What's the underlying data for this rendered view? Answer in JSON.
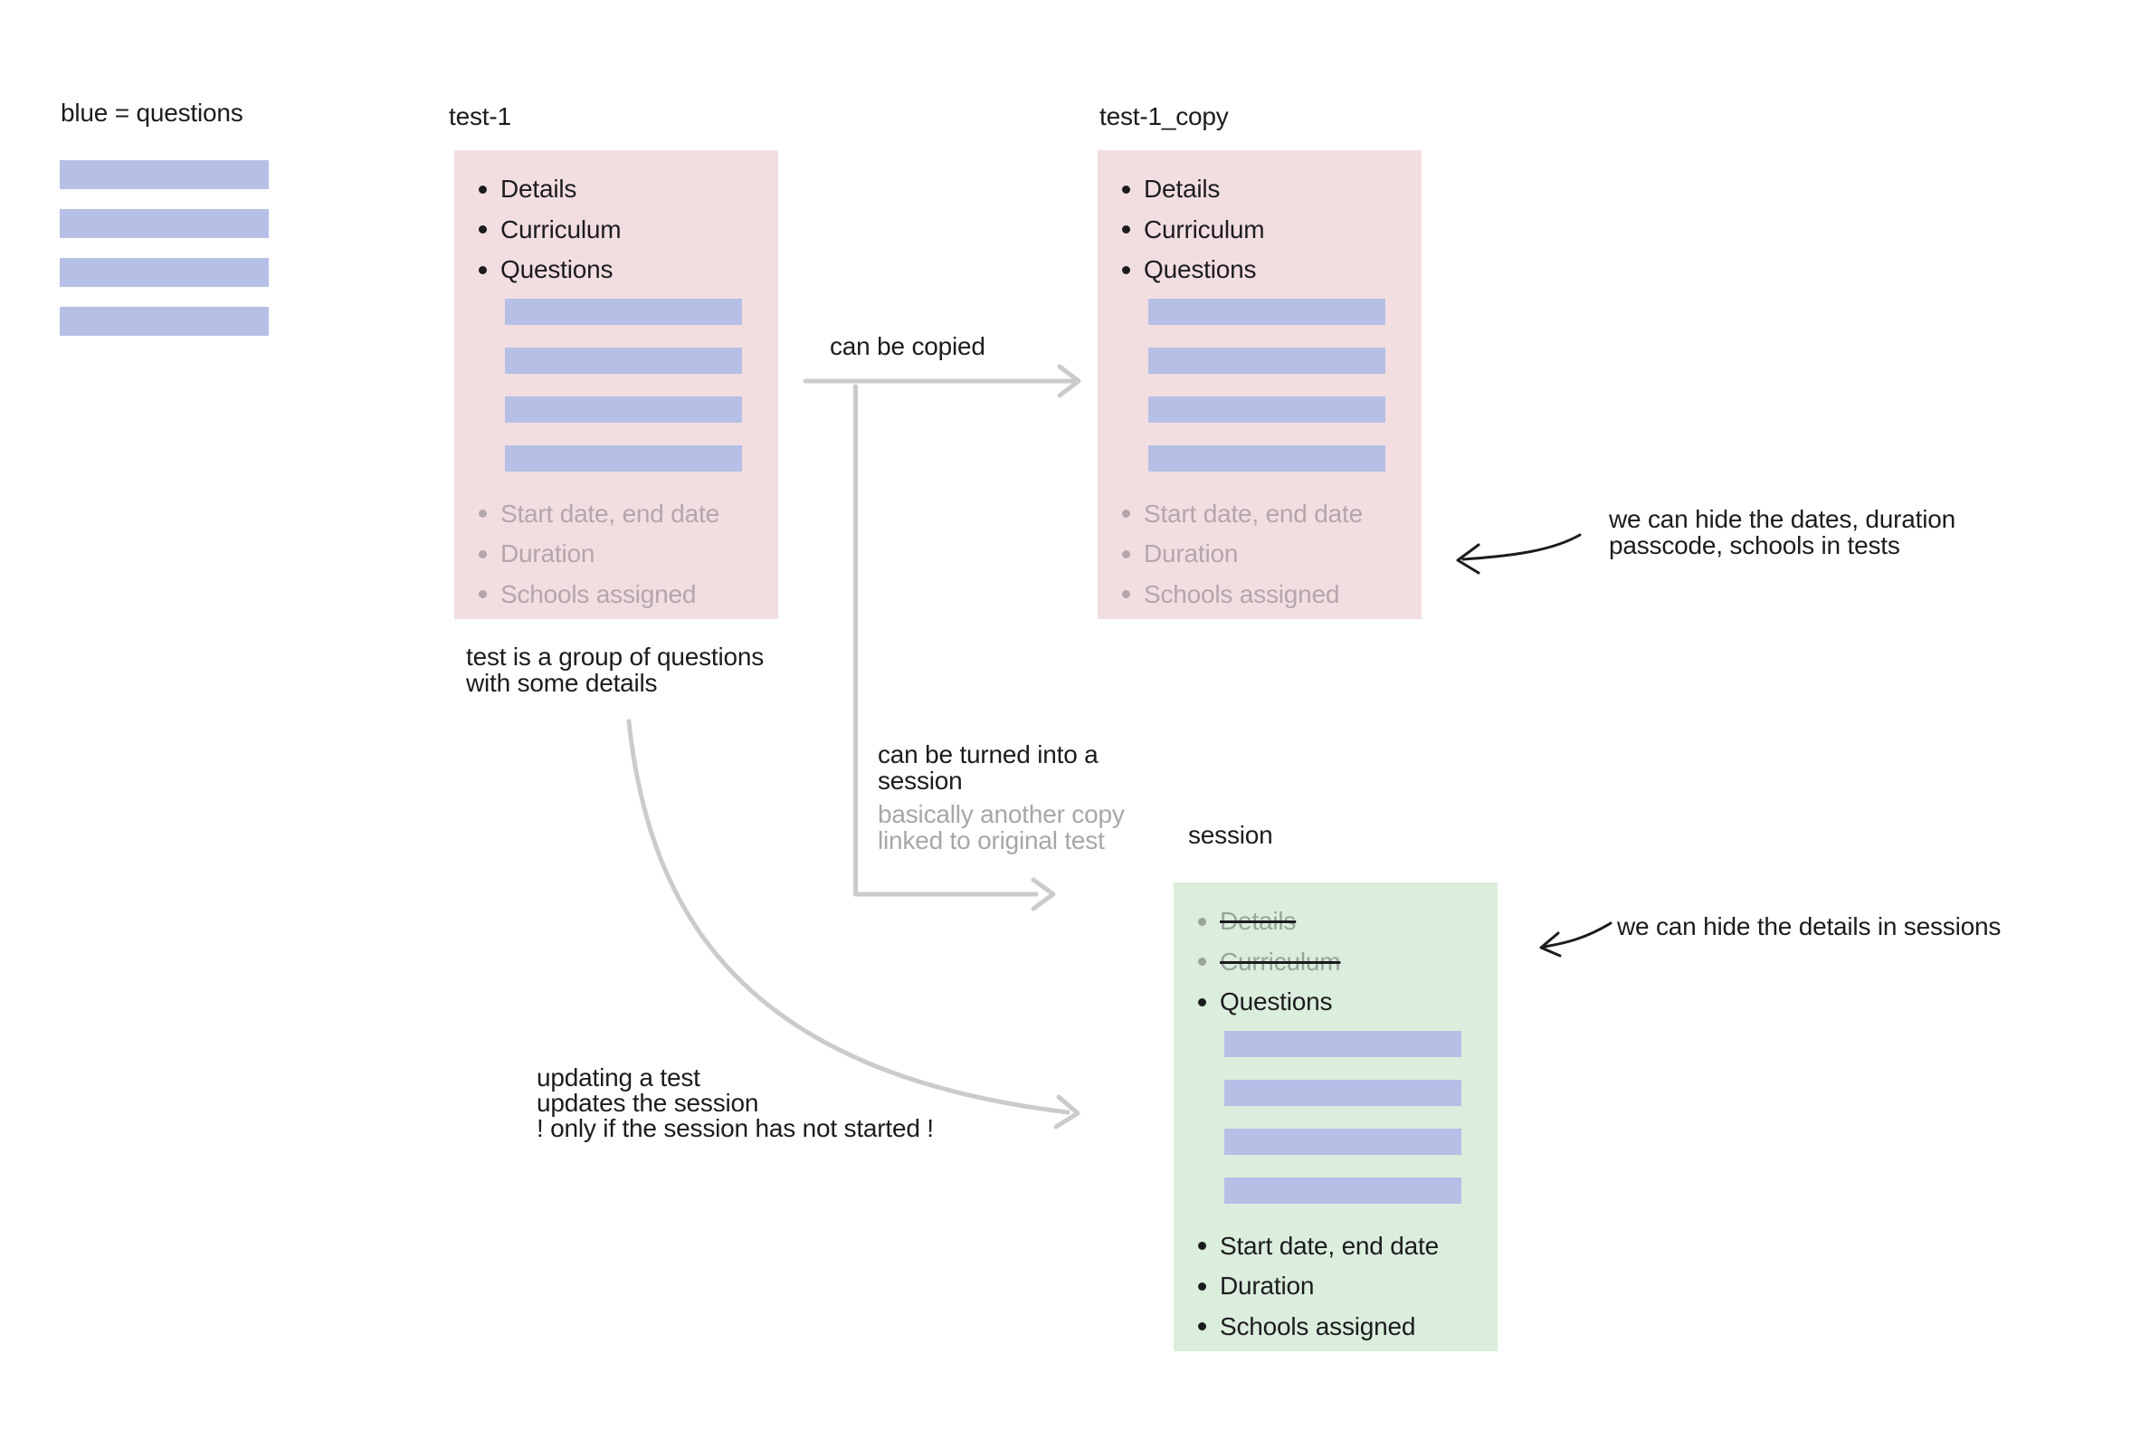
{
  "colors": {
    "ink": "#1c1c1e",
    "muted": "#a7a7a7",
    "muted-pink": "#b4a6ad",
    "muted-green": "#9aa49b",
    "pink": "#f2dee1",
    "green": "#dbeddc",
    "blue": "#b6c0e6",
    "arrow": "#cbcbcb"
  },
  "legend": {
    "label": "blue = questions",
    "question_bars": 4
  },
  "boxes": {
    "test1": {
      "title": "test-1",
      "active_items": [
        "Details",
        "Curriculum",
        "Questions"
      ],
      "question_bars": 4,
      "muted_items": [
        "Start date, end date",
        "Duration",
        "Schools assigned"
      ],
      "caption_lines": [
        "test is a group of questions",
        "with some details"
      ]
    },
    "test1_copy": {
      "title": "test-1_copy",
      "active_items": [
        "Details",
        "Curriculum",
        "Questions"
      ],
      "question_bars": 4,
      "muted_items": [
        "Start date, end date",
        "Duration",
        "Schools assigned"
      ]
    },
    "session": {
      "title": "session",
      "struck_items": [
        "Details",
        "Curriculum"
      ],
      "active_item": "Questions",
      "question_bars": 4,
      "bottom_items": [
        "Start date, end date",
        "Duration",
        "Schools assigned"
      ]
    }
  },
  "arrows": {
    "copy_label": "can be copied",
    "turn_label_lines": [
      "can be turned into a",
      "session"
    ],
    "turn_sub_lines": [
      "basically another copy",
      "linked to original test"
    ],
    "update_lines": [
      "updating a test",
      "updates the session",
      "! only if the session has not started !"
    ]
  },
  "annotations": {
    "hide_dates_lines": [
      "we can hide the dates, duration",
      "passcode, schools in tests"
    ],
    "hide_details": "we can hide the details in sessions"
  }
}
